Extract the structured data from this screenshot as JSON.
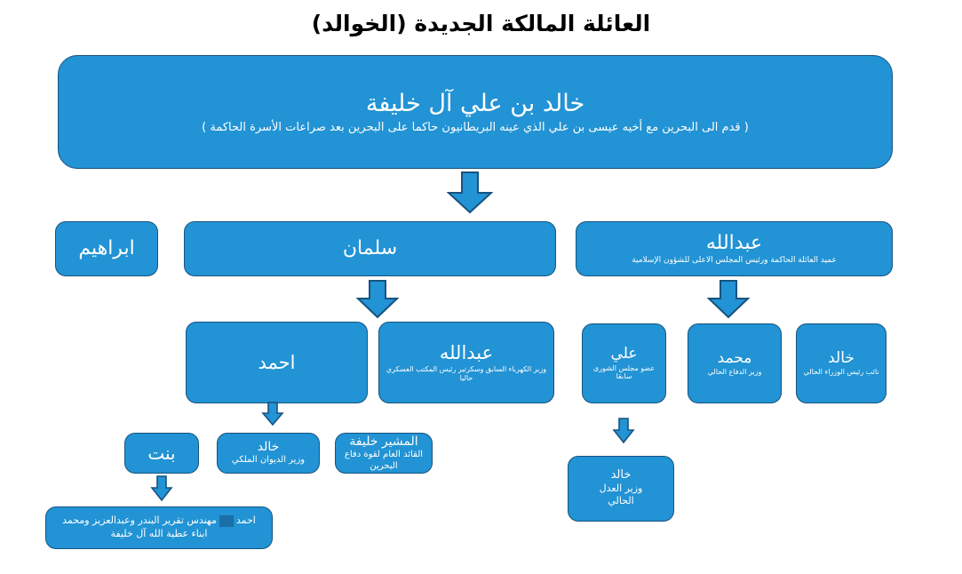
{
  "title": "العائلة المالكة الجديدة (الخوالد)",
  "colors": {
    "node_fill": "#2293D4",
    "node_border": "#17537F",
    "arrow_fill": "#2293D4",
    "arrow_border": "#17537F",
    "text": "#FFFFFF",
    "title_text": "#000000",
    "chip": "#1A6FA8"
  },
  "root": {
    "name": "خالد بن علي آل خليفة",
    "subtitle": "( قدم الى البحرين مع أخيه عيسى بن علي الذي عينه البريطانيون حاكما على البحرين بعد صراعات الأسرة الحاكمة )"
  },
  "generation2": [
    {
      "name": "ابراهيم",
      "subtitle": ""
    },
    {
      "name": "سلمان",
      "subtitle": ""
    },
    {
      "name": "عبدالله",
      "subtitle": "عميد العائلة الحاكمة ورئيس المجلس الاعلى للشؤون الإسلامية"
    }
  ],
  "generation3_left": [
    {
      "name": "احمد",
      "subtitle": ""
    },
    {
      "name": "عبدالله",
      "subtitle": "وزير الكهرباء السابق وسكرتير رئيس المكتب العسكري حاليا"
    }
  ],
  "generation3_right": [
    {
      "name": "علي",
      "subtitle": "عضو مجلس الشورى سابقا"
    },
    {
      "name": "محمد",
      "subtitle": "وزير الدفاع الحالي"
    },
    {
      "name": "خالد",
      "subtitle": "نائب رئيس الوزراء الحالي"
    }
  ],
  "generation4_left": [
    {
      "name": "بنت",
      "subtitle": ""
    },
    {
      "name": "خالد",
      "subtitle": "وزير الديوان الملكي"
    },
    {
      "name": "المشير خليفة",
      "subtitle": "القائد العام لقوة دفاع البحرين"
    }
  ],
  "generation4_right": [
    {
      "name": "خالد",
      "subtitle": "وزير العدل الحالي",
      "sub_line1": "وزير العدل",
      "sub_line2": "الحالي"
    }
  ],
  "note": {
    "line1_a": "احمد",
    "line1_b": "مهندس تقرير البندر وعبدالعزيز ومحمد",
    "line2": "ابناء عطية الله آل خليفة"
  },
  "icons": {
    "down_arrow": "down-arrow-icon"
  }
}
